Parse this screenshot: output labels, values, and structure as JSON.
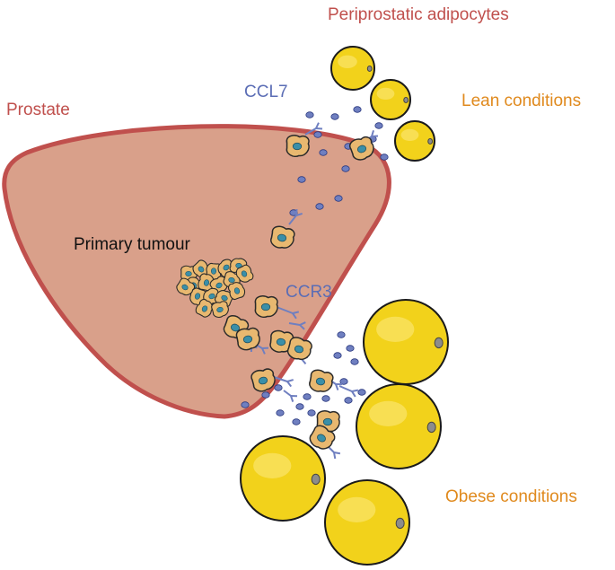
{
  "labels": {
    "periprostatic": "Periprostatic adipocytes",
    "prostate": "Prostate",
    "ccl7": "CCL7",
    "lean": "Lean conditions",
    "primary_tumour": "Primary tumour",
    "ccr3": "CCR3",
    "obese": "Obese conditions"
  },
  "colors": {
    "prostate_fill": "#d9a08a",
    "prostate_stroke": "#c0504d",
    "adipocyte_fill": "#f2d21b",
    "adipocyte_stroke": "#1a1a1a",
    "chemokine": "#6f7fc0",
    "tumour_cell": "#e8b870",
    "nucleus": "#3a8fa8",
    "label_red": "#c0504d",
    "label_blue": "#5b6db5",
    "label_orange": "#e08a1e",
    "label_black": "#111111"
  }
}
